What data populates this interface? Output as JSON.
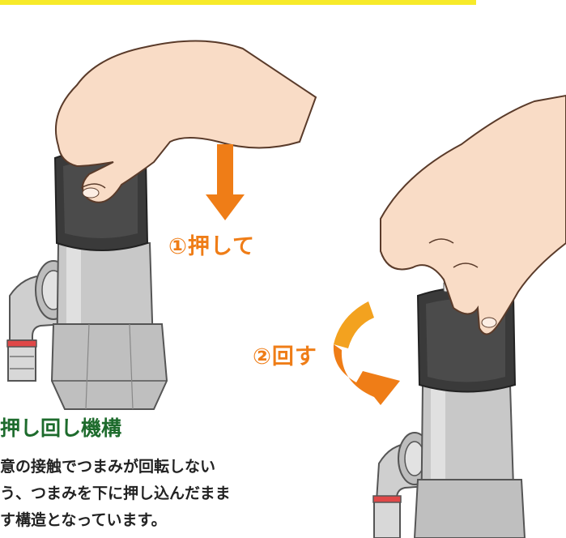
{
  "labels": {
    "push": "①押して",
    "turn": "②回す"
  },
  "heading": "押し回し機構",
  "description": [
    "意の接触でつまみが回転しない",
    "う、つまみを下に押し込んだまま",
    "す構造となっています。"
  ],
  "colors": {
    "top_rule": "#f7ea2a",
    "arrow_orange": "#ef7d17",
    "arrow_amber": "#f3a21f",
    "heading_green": "#1d6b2c",
    "knob_dark": "#3a3a3a",
    "valve_silver": "#c8c8c8",
    "skin": "#f9dcc6"
  }
}
